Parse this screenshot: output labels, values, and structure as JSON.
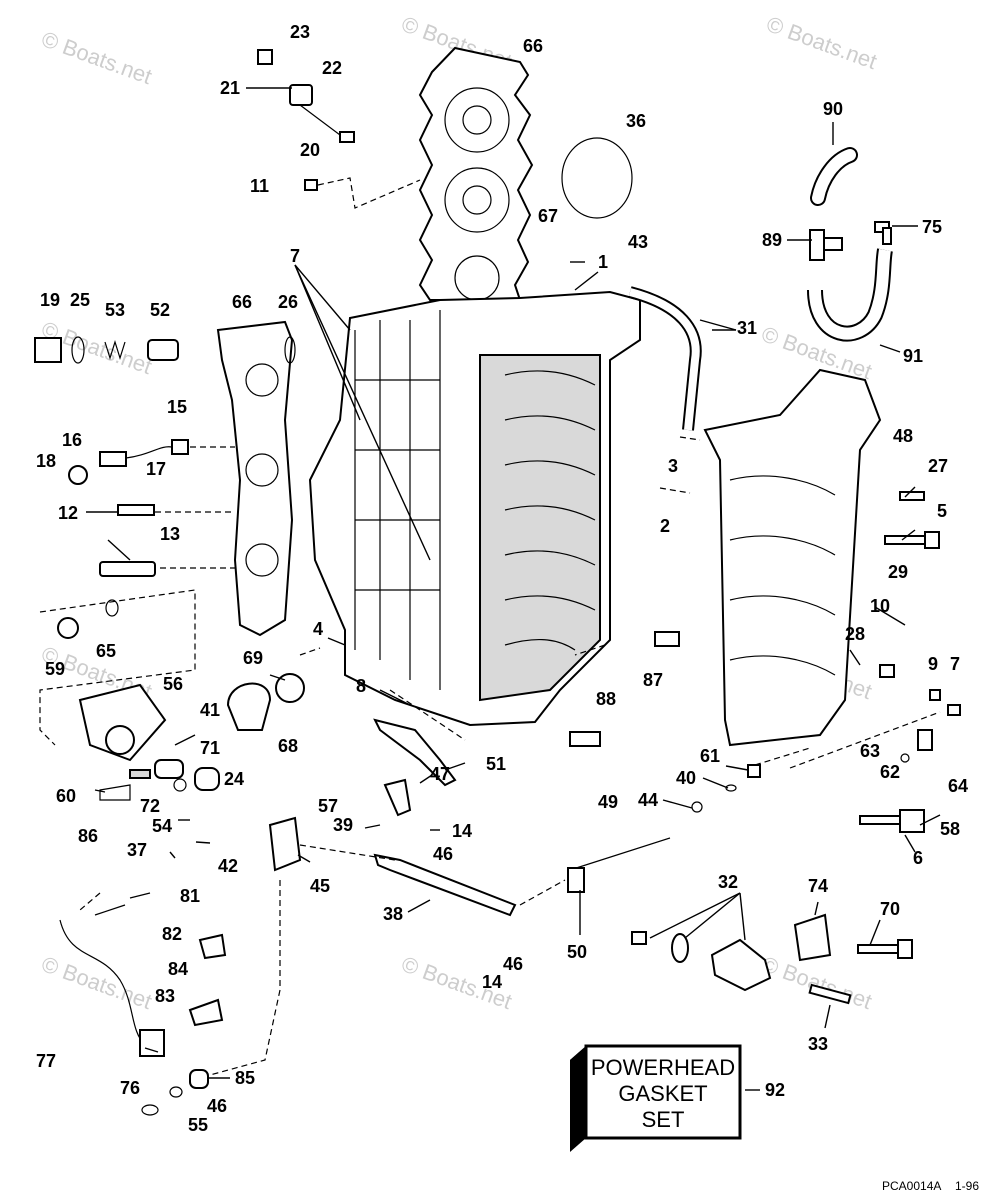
{
  "watermark": "© Boats.net",
  "gasket_box": {
    "line1": "POWERHEAD",
    "line2": "GASKET",
    "line3": "SET",
    "ref": "92"
  },
  "figure_code": "PCA0014A",
  "figure_date": "1-96",
  "callouts": {
    "c23": "23",
    "c22": "22",
    "c21": "21",
    "c20": "20",
    "c11": "11",
    "c66a": "66",
    "c36": "36",
    "c90": "90",
    "c89": "89",
    "c75": "75",
    "c91": "91",
    "c67": "67",
    "c43": "43",
    "c1": "1",
    "c7a": "7",
    "c31": "31",
    "c19": "19",
    "c25": "25",
    "c53": "53",
    "c52": "52",
    "c66b": "66",
    "c26": "26",
    "c15": "15",
    "c16": "16",
    "c17": "17",
    "c18": "18",
    "c12": "12",
    "c13": "13",
    "c3": "3",
    "c2": "2",
    "c48": "48",
    "c27": "27",
    "c5": "5",
    "c29": "29",
    "c10": "10",
    "c28": "28",
    "c9": "9",
    "c7b": "7",
    "c63": "63",
    "c62": "62",
    "c64": "64",
    "c58": "58",
    "c6": "6",
    "c65": "65",
    "c59": "59",
    "c4": "4",
    "c69": "69",
    "c56": "56",
    "c8": "8",
    "c87": "87",
    "c88": "88",
    "c41": "41",
    "c71": "71",
    "c68": "68",
    "c51": "51",
    "c61": "61",
    "c40": "40",
    "c44": "44",
    "c60": "60",
    "c72": "72",
    "c24": "24",
    "c57": "57",
    "c47": "47",
    "c49": "49",
    "c54": "54",
    "c39": "39",
    "c14a": "14",
    "c86": "86",
    "c37": "37",
    "c42": "42",
    "c46a": "46",
    "c45": "45",
    "c81": "81",
    "c38": "38",
    "c50": "50",
    "c32": "32",
    "c74": "74",
    "c70": "70",
    "c82": "82",
    "c84": "84",
    "c46b": "46",
    "c14b": "14",
    "c83": "83",
    "c33": "33",
    "c77": "77",
    "c76": "76",
    "c85": "85",
    "c46c": "46",
    "c55": "55",
    "c92": "92"
  }
}
